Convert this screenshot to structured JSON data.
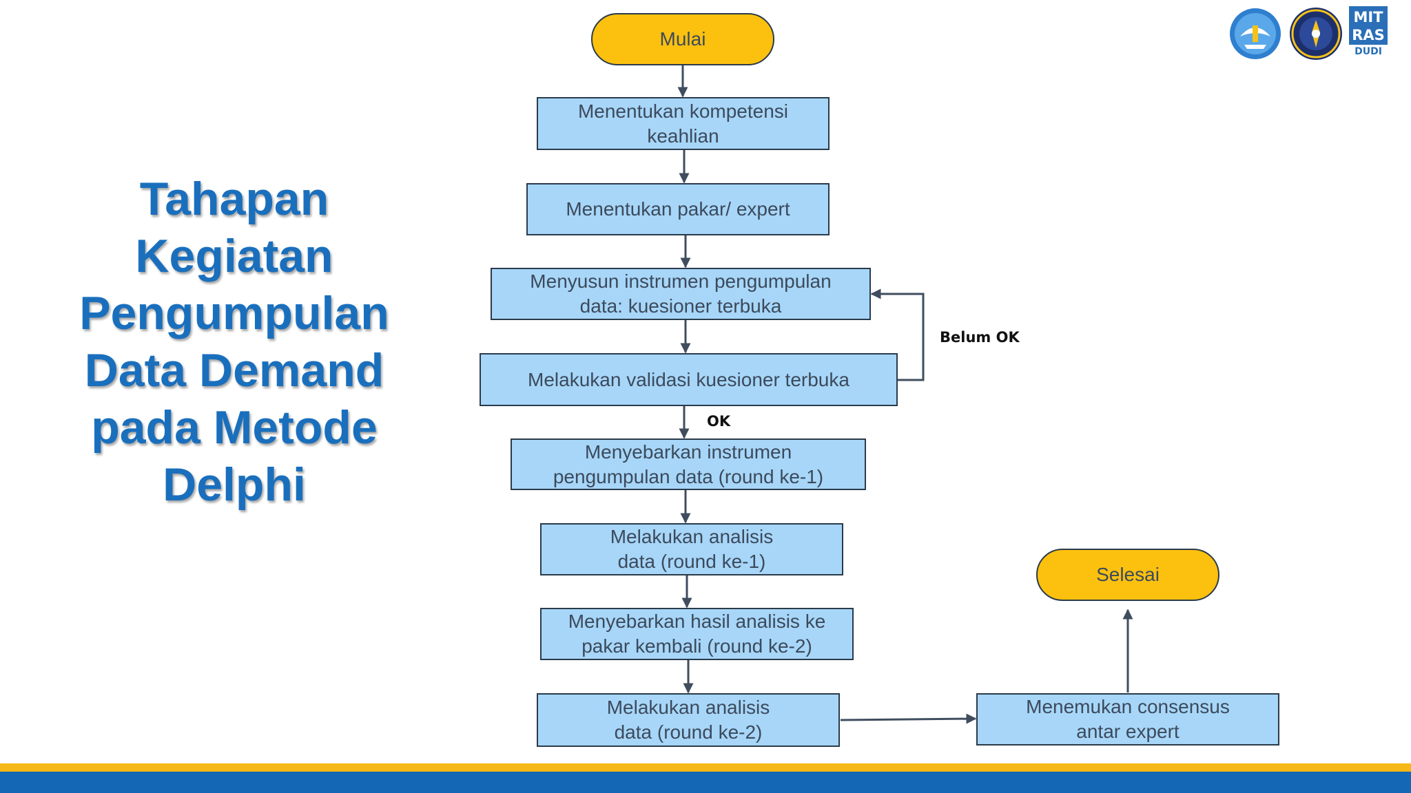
{
  "title_lines": [
    "Tahapan",
    "Kegiatan",
    "Pengumpulan",
    "Data Demand",
    "pada Metode",
    "Delphi"
  ],
  "nodes": {
    "mulai": "Mulai",
    "kompetensi": "Menentukan kompetensi keahlian",
    "pakar": "Menentukan pakar/ expert",
    "instrumen": "Menyusun instrumen pengumpulan data: kuesioner terbuka",
    "validasi": "Melakukan validasi kuesioner terbuka",
    "sebar1": "Menyebarkan instrumen pengumpulan data (round ke-1)",
    "analisis1": "Melakukan analisis data (round ke-1)",
    "sebar2": "Menyebarkan hasil analisis ke pakar kembali (round ke-2)",
    "analisis2": "Melakukan analisis data (round ke-2)",
    "konsensus": "Menemukan consensus antar expert",
    "selesai": "Selesai"
  },
  "edge_labels": {
    "belum_ok": "Belum OK",
    "ok": "OK"
  },
  "logo": {
    "mitras": [
      "MIT",
      "RAS"
    ],
    "dudi": "DUDI"
  },
  "colors": {
    "title": "#1a6fbd",
    "process": "#a7d6f8",
    "terminal": "#fcc10f",
    "line": "#3f4d5e",
    "bar_yellow": "#f6b718",
    "bar_blue": "#1467b4"
  }
}
